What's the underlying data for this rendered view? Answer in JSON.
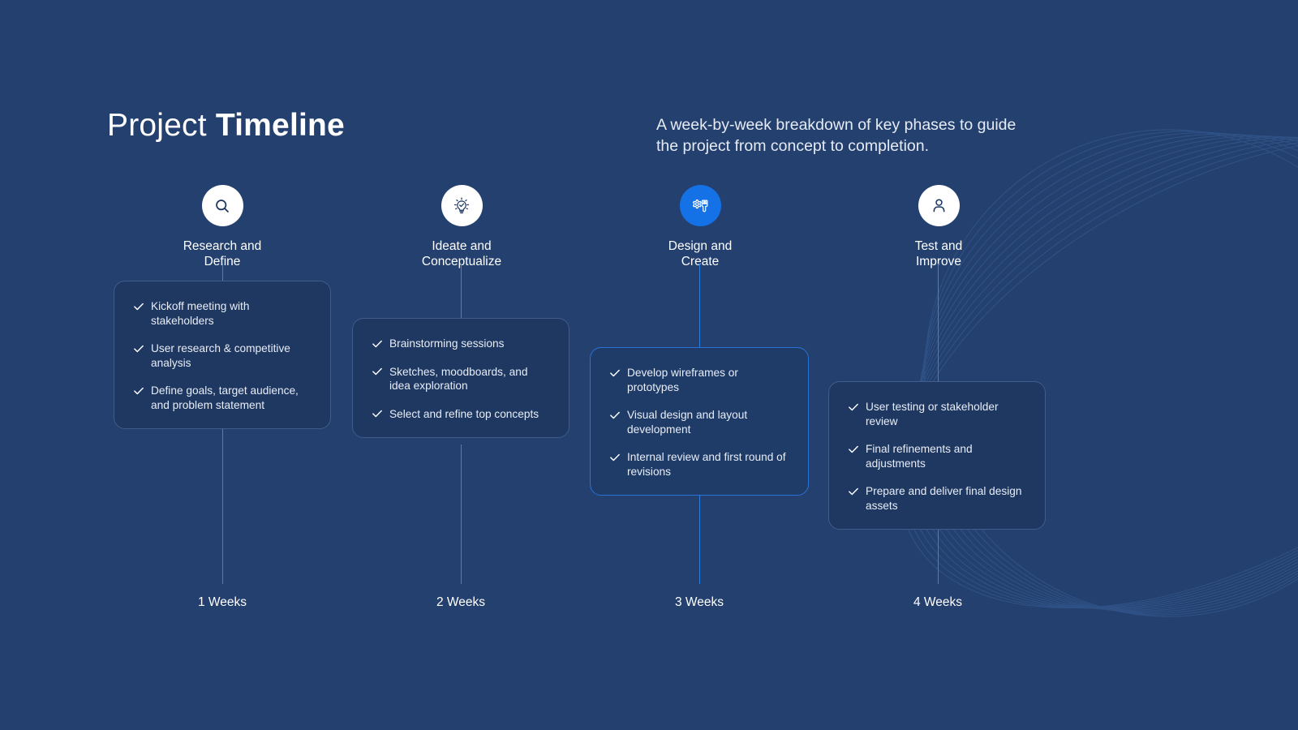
{
  "theme": {
    "background": "#23406e",
    "card_background": "#1e3862",
    "card_border": "#3f5c8a",
    "accent": "#1472e6",
    "accent_border": "#2a72d8",
    "connector": "#5c7aa8",
    "connector_active": "#2f7fe0",
    "text": "#ffffff",
    "text_muted": "#e8edf6"
  },
  "header": {
    "title_light": "Project",
    "title_bold": "Timeline",
    "subtitle": "A week-by-week breakdown of key phases to guide the project from concept to completion."
  },
  "timeline": {
    "steps": [
      {
        "id": "research-and-define",
        "icon": "search-icon",
        "label": "Research and\nDefine",
        "active": false,
        "week_label": "1 Weeks",
        "items": [
          "Kickoff meeting with stakeholders",
          "User research & competitive analysis",
          "Define goals, target audience, and problem statement"
        ]
      },
      {
        "id": "ideate-and-conceptualize",
        "icon": "lightbulb-check-icon",
        "label": "Ideate and\nConceptualize",
        "active": false,
        "week_label": "2 Weeks",
        "items": [
          "Brainstorming sessions",
          "Sketches, moodboards, and idea exploration",
          "Select and refine top concepts"
        ]
      },
      {
        "id": "design-and-create",
        "icon": "gear-paintbrush-icon",
        "label": "Design and\nCreate",
        "active": true,
        "week_label": "3 Weeks",
        "items": [
          "Develop wireframes or prototypes",
          "Visual design and layout development",
          "Internal review and first round of revisions"
        ]
      },
      {
        "id": "test-and-improve",
        "icon": "user-icon",
        "label": "Test and\nImprove",
        "active": false,
        "week_label": "4 Weeks",
        "items": [
          "User testing or stakeholder review",
          "Final refinements and adjustments",
          "Prepare and deliver final design assets"
        ]
      }
    ]
  }
}
